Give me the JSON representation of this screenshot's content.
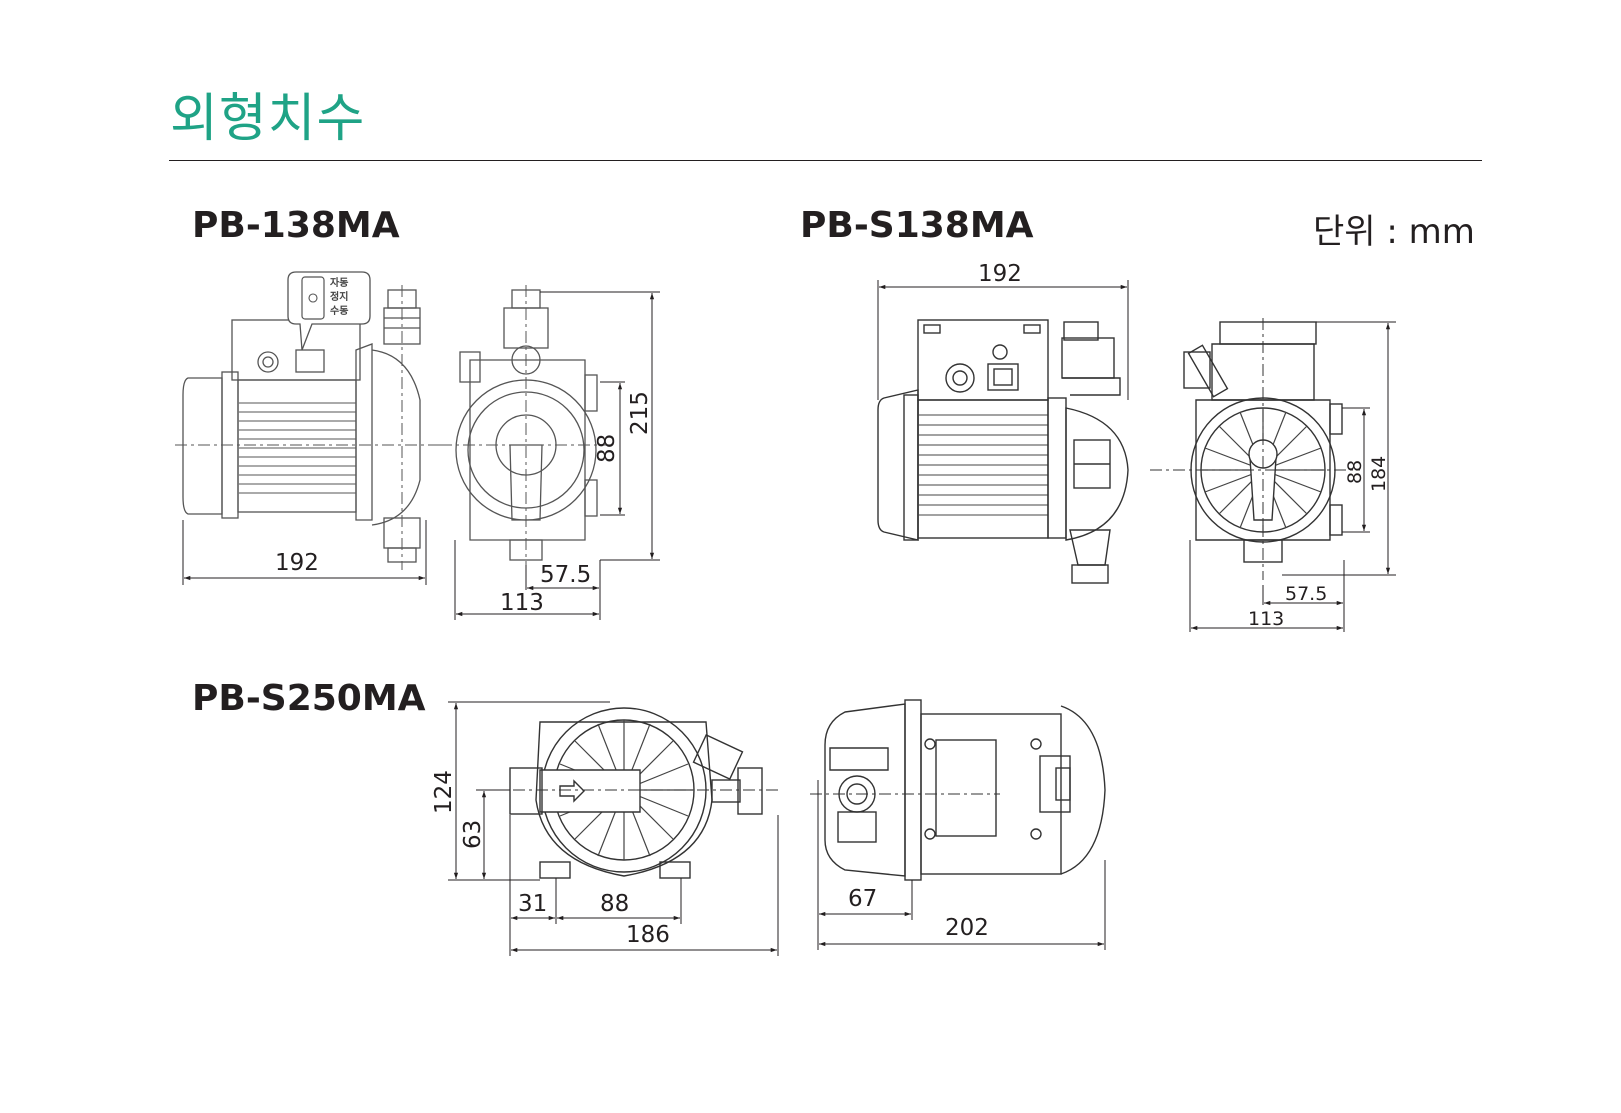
{
  "page": {
    "title": "외형치수",
    "unit_label": "단위 : mm",
    "accent_color": "#1fa386",
    "text_color": "#231f20"
  },
  "models": {
    "pb138": {
      "name": "PB-138MA",
      "switch_labels": [
        "자동",
        "정지",
        "수동"
      ],
      "dims": {
        "width": "192",
        "depth": "113",
        "half_depth": "57.5",
        "port_spacing": "88",
        "height": "215"
      }
    },
    "pbs138": {
      "name": "PB-S138MA",
      "dims": {
        "width": "192",
        "depth": "113",
        "half_depth": "57.5",
        "port_spacing": "88",
        "height": "184"
      }
    },
    "pbs250": {
      "name": "PB-S250MA",
      "dims": {
        "height": "124",
        "port_height": "63",
        "foot_offset": "31",
        "port_spacing": "88",
        "width": "186",
        "side_offset": "67",
        "length": "202"
      }
    }
  }
}
